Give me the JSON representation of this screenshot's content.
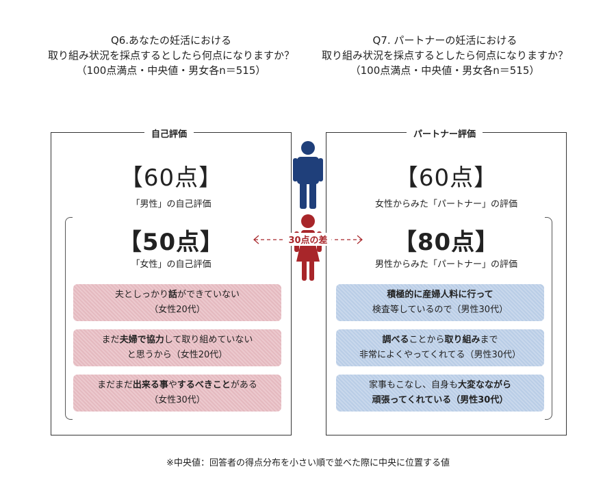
{
  "q6": {
    "line1": "Q6.あなたの妊活における",
    "line2": "取り組み状況を採点するとしたら何点になりますか？",
    "line3": "（100点満点・中央値・男女各n＝515）"
  },
  "q7": {
    "line1": "Q7. パートナーの妊活における",
    "line2": "取り組み状況を採点するとしたら何点になりますか？",
    "line3": "（100点満点・中央値・男女各n＝515）"
  },
  "self_panel": {
    "title": "自己評価",
    "male_score": "【60点】",
    "male_caption": "「男性」の自己評価",
    "female_score": "【50点】",
    "female_caption": "「女性」の自己評価",
    "quotes": [
      {
        "parts": [
          {
            "t": "夫としっかり",
            "b": false
          },
          {
            "t": "話",
            "b": true
          },
          {
            "t": "ができていない",
            "b": false
          }
        ],
        "line2": "（女性20代）"
      },
      {
        "parts": [
          {
            "t": "まだ",
            "b": false
          },
          {
            "t": "夫婦で協力",
            "b": true
          },
          {
            "t": "して取り組めていない",
            "b": false
          }
        ],
        "line2": "と思うから（女性20代）"
      },
      {
        "parts": [
          {
            "t": "まだまだ",
            "b": false
          },
          {
            "t": "出来る事",
            "b": true
          },
          {
            "t": "や",
            "b": false
          },
          {
            "t": "するべきこと",
            "b": true
          },
          {
            "t": "がある",
            "b": false
          }
        ],
        "line2": "（女性30代）"
      }
    ]
  },
  "partner_panel": {
    "title": "パートナー評価",
    "female_score": "【60点】",
    "female_caption": "女性からみた「パートナー」の評価",
    "male_score": "【80点】",
    "male_caption": "男性からみた「パートナー」の評価",
    "quotes": [
      {
        "line1": "積極的に産婦人料に行って",
        "b1": true,
        "line2": "検査等しているので（男性30代）"
      },
      {
        "parts": [
          {
            "t": "調べる",
            "b": true
          },
          {
            "t": "ことから",
            "b": false
          },
          {
            "t": "取り組み",
            "b": true
          },
          {
            "t": "まで",
            "b": false
          }
        ],
        "line2": "非常によくやってくれてる（男性30代）"
      },
      {
        "parts": [
          {
            "t": "家事もこなし、自身も",
            "b": false
          },
          {
            "t": "大変なながら",
            "b": true
          }
        ],
        "line2": "頑張ってくれている（男性30代）"
      }
    ]
  },
  "difference_label": "30点の差",
  "footnote": "※中央値：回答者の得点分布を小さい順で並べた際に中央に位置する値",
  "colors": {
    "male_icon": "#1f3f7a",
    "female_icon": "#a8262a",
    "pink_box": "#e8c0c6",
    "blue_box": "#c3d5ea",
    "diff_text": "#a8262a"
  },
  "icons": [
    "male-person-icon",
    "female-person-icon"
  ]
}
